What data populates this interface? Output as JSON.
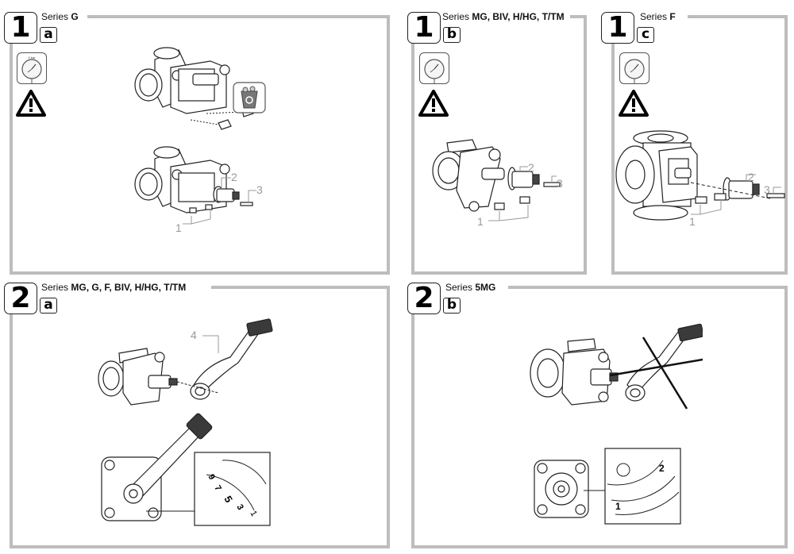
{
  "panels": [
    {
      "id": "1a",
      "step_number": "1",
      "step_letter": "a",
      "series_prefix": "Series",
      "series_models": "G",
      "icons": [
        "pressure-gauge-icon",
        "warning-icon",
        "recycle-bin-icon"
      ],
      "callouts": [
        "2",
        "3",
        "1"
      ]
    },
    {
      "id": "1b",
      "step_number": "1",
      "step_letter": "b",
      "series_prefix": "Series",
      "series_models": "MG, BIV, H/HG, T/TM",
      "icons": [
        "pressure-gauge-icon",
        "warning-icon"
      ],
      "callouts": [
        "2",
        "3",
        "1"
      ]
    },
    {
      "id": "1c",
      "step_number": "1",
      "step_letter": "c",
      "series_prefix": "Series",
      "series_models": "F",
      "icons": [
        "pressure-gauge-icon",
        "warning-icon"
      ],
      "callouts": [
        "2",
        "3",
        "1"
      ]
    },
    {
      "id": "2a",
      "step_number": "2",
      "step_letter": "a",
      "series_prefix": "Series",
      "series_models": "MG, G, F, BIV, H/HG, T/TM",
      "callouts": [
        "4"
      ],
      "scale_marks": [
        "9",
        "7",
        "5",
        "3",
        "1"
      ]
    },
    {
      "id": "2b",
      "step_number": "2",
      "step_letter": "b",
      "series_prefix": "Series",
      "series_models": "5MG",
      "scale_marks": [
        "1",
        "2"
      ]
    }
  ],
  "gauge_label": "0 bar / bar"
}
